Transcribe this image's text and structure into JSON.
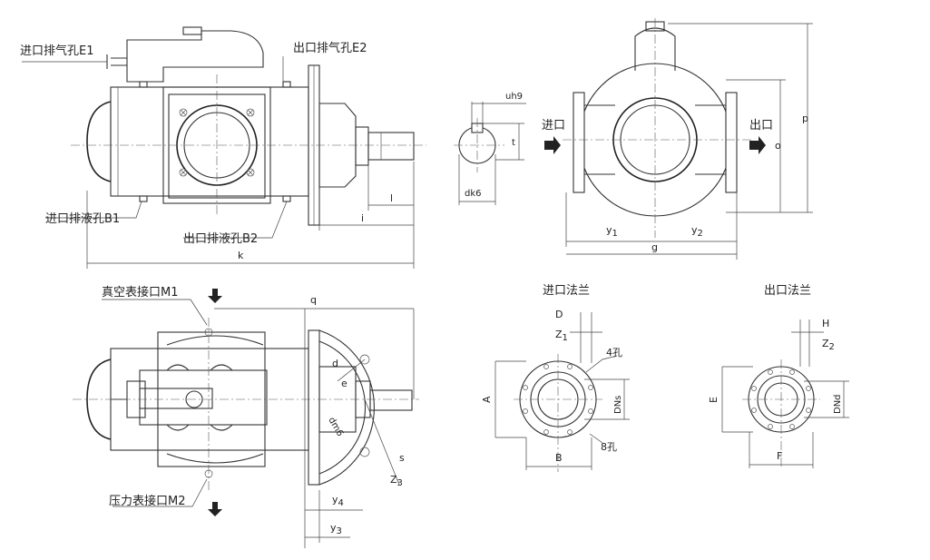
{
  "labels": {
    "inlet_vent": "进口排气孔E1",
    "outlet_vent": "出口排气孔E2",
    "inlet_drain": "进口排液孔B1",
    "outlet_drain": "出口排液孔B2",
    "vacuum_port": "真空表接口M1",
    "pressure_port": "压力表接口M2",
    "inlet": "进口",
    "outlet": "出口",
    "inlet_flange": "进口法兰",
    "outlet_flange": "出口法兰",
    "holes_4": "4孔",
    "holes_8": "8孔"
  },
  "dims": {
    "k": "k",
    "i": "i",
    "l": "l",
    "q": "q",
    "uh9": "uh9",
    "t": "t",
    "dk6": "dk6",
    "y1": "y",
    "y1_sub": "1",
    "y2": "y",
    "y2_sub": "2",
    "g": "g",
    "o": "o",
    "p": "p",
    "y3": "y",
    "y3_sub": "3",
    "y4": "y",
    "y4_sub": "4",
    "d": "d",
    "e": "e",
    "dm6": "dm6",
    "s": "s",
    "z3": "Z",
    "z3_sub": "3",
    "D": "D",
    "Z1": "Z",
    "Z1_sub": "1",
    "A": "A",
    "B": "B",
    "DNs": "DNs",
    "H": "H",
    "Z2": "Z",
    "Z2_sub": "2",
    "E": "E",
    "F": "F",
    "DNd": "DNd"
  }
}
